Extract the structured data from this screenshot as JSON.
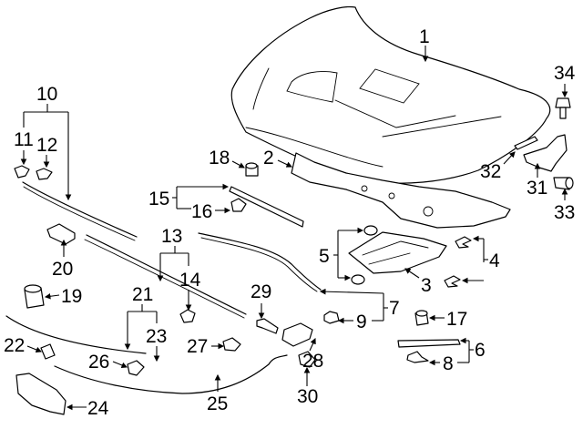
{
  "diagram": {
    "title": "Hood & Components exploded view",
    "callouts": {
      "c1": "1",
      "c2": "2",
      "c3": "3",
      "c4": "4",
      "c5": "5",
      "c6": "6",
      "c7": "7",
      "c8": "8",
      "c9": "9",
      "c10": "10",
      "c11": "11",
      "c12": "12",
      "c13": "13",
      "c14": "14",
      "c15": "15",
      "c16": "16",
      "c17": "17",
      "c18": "18",
      "c19": "19",
      "c20": "20",
      "c21": "21",
      "c22": "22",
      "c23": "23",
      "c24": "24",
      "c25": "25",
      "c26": "26",
      "c27": "27",
      "c28": "28",
      "c29": "29",
      "c30": "30",
      "c31": "31",
      "c32": "32",
      "c33": "33",
      "c34": "34"
    },
    "parts": [
      {
        "id": "1",
        "name": "hood-panel"
      },
      {
        "id": "2",
        "name": "hood-insulator"
      },
      {
        "id": "3",
        "name": "insulator-pad"
      },
      {
        "id": "4",
        "name": "insulator-clips"
      },
      {
        "id": "5",
        "name": "pad-retainers"
      },
      {
        "id": "6",
        "name": "seal-strip"
      },
      {
        "id": "7",
        "name": "rear-seal"
      },
      {
        "id": "8",
        "name": "seal-clip"
      },
      {
        "id": "9",
        "name": "seal-clip"
      },
      {
        "id": "10",
        "name": "front-seal"
      },
      {
        "id": "11",
        "name": "seal-clip"
      },
      {
        "id": "12",
        "name": "seal-clip"
      },
      {
        "id": "13",
        "name": "side-seal"
      },
      {
        "id": "14",
        "name": "seal-clip"
      },
      {
        "id": "15",
        "name": "side-seal"
      },
      {
        "id": "16",
        "name": "seal-clip"
      },
      {
        "id": "17",
        "name": "bumper"
      },
      {
        "id": "18",
        "name": "bumper"
      },
      {
        "id": "19",
        "name": "bumper"
      },
      {
        "id": "20",
        "name": "bracket"
      },
      {
        "id": "21",
        "name": "release-cable"
      },
      {
        "id": "22",
        "name": "cable-clip"
      },
      {
        "id": "23",
        "name": "grommet"
      },
      {
        "id": "24",
        "name": "release-handle"
      },
      {
        "id": "25",
        "name": "release-cable"
      },
      {
        "id": "26",
        "name": "cable-clip"
      },
      {
        "id": "27",
        "name": "cable-clip"
      },
      {
        "id": "28",
        "name": "latch"
      },
      {
        "id": "29",
        "name": "striker-bolt"
      },
      {
        "id": "30",
        "name": "latch-cover"
      },
      {
        "id": "31",
        "name": "hinge"
      },
      {
        "id": "32",
        "name": "hinge-shim"
      },
      {
        "id": "33",
        "name": "hinge-bolt"
      },
      {
        "id": "34",
        "name": "hinge-nut"
      }
    ]
  }
}
